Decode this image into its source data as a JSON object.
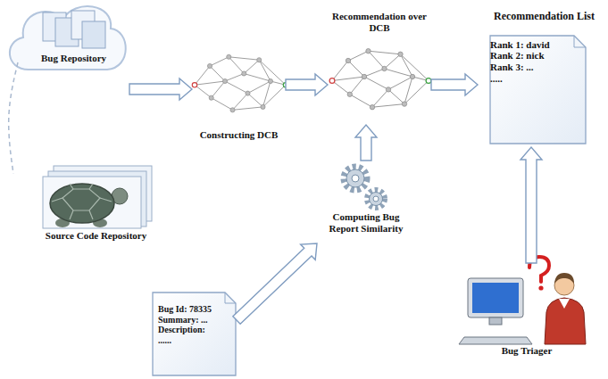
{
  "diagram": {
    "nodes": [
      {
        "text": [
          "Bug Repository"
        ]
      },
      {
        "text": [
          "Source Code Repository"
        ]
      },
      {
        "text": [
          "Constructing DCB"
        ]
      },
      {
        "text": [
          "Recommendation over DCB"
        ]
      },
      {
        "text": [
          "Recommendation List",
          "Rank 1: david",
          "Rank 2: nick",
          "Rank 3: ...",
          "....."
        ]
      },
      {
        "text": [
          "Computing Bug Report Similarity"
        ]
      },
      {
        "text": [
          "Bug Id: 78335",
          "Summary: ...",
          "Description:",
          "......"
        ]
      },
      {
        "text": [
          "Bug Triager"
        ]
      }
    ],
    "edges": [
      {
        "from": 0,
        "to": 1,
        "arrow": "none"
      },
      {
        "from": 0,
        "to": 2,
        "arrow": "to"
      },
      {
        "from": 2,
        "to": 3,
        "arrow": "to"
      },
      {
        "from": 3,
        "to": 4,
        "arrow": "to"
      },
      {
        "from": 5,
        "to": 3,
        "arrow": "to"
      },
      {
        "from": 6,
        "to": 5,
        "arrow": "to"
      },
      {
        "from": 7,
        "to": 4,
        "arrow": "to"
      }
    ]
  }
}
